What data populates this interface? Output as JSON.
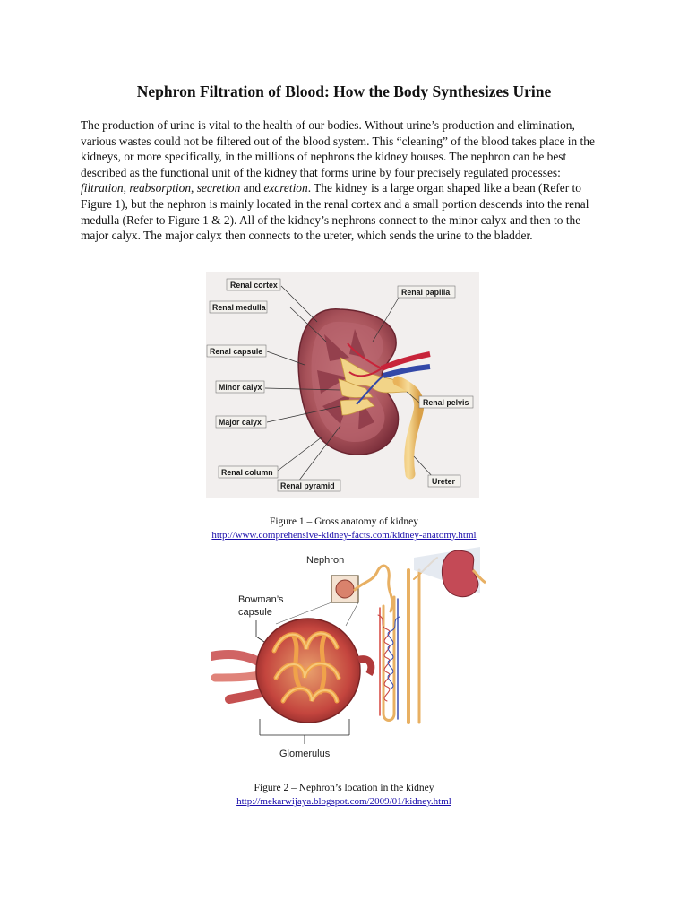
{
  "title": "Nephron Filtration of Blood: How the Body Synthesizes Urine",
  "paragraph": {
    "part1": "The production of urine is vital to the health of our bodies. Without urine’s production and elimination, various wastes could not be filtered out of the blood system. This “cleaning” of the blood takes place in the kidneys, or more specifically, in the millions of nephrons the kidney houses. The nephron can be best described as the functional unit of the kidney that forms urine by four precisely regulated processes: ",
    "term1": "filtration",
    "sep1": ", ",
    "term2": "reabsorption",
    "sep2": ", ",
    "term3": "secretion",
    "and": " and ",
    "term4": "excretion",
    "part2": ".  The kidney is a large organ shaped like a bean (Refer to Figure 1), but the nephron is mainly located in the renal cortex and a small portion descends into the renal medulla (Refer to Figure 1 & 2). All of the kidney’s nephrons connect to the minor calyx and then to the major calyx.  The major calyx then connects to the ureter, which sends the urine to the bladder."
  },
  "figure1": {
    "labels": {
      "renal_cortex": "Renal cortex",
      "renal_medulla": "Renal medulla",
      "renal_capsule": "Renal capsule",
      "minor_calyx": "Minor calyx",
      "major_calyx": "Major calyx",
      "renal_column": "Renal column",
      "renal_pyramid": "Renal pyramid",
      "renal_papilla": "Renal papilla",
      "renal_pelvis": "Renal pelvis",
      "ureter": "Ureter"
    },
    "caption": "Figure 1 – Gross anatomy of kidney",
    "link": "http://www.comprehensive-kidney-facts.com/kidney-anatomy.html"
  },
  "figure2": {
    "labels": {
      "nephron": "Nephron",
      "bowmans_capsule_line1": "Bowman’s",
      "bowmans_capsule_line2": "capsule",
      "glomerulus": "Glomerulus"
    },
    "caption": "Figure 2 – Nephron’s location in the kidney",
    "link": "http://mekarwijaya.blogspot.com/2009/01/kidney.html"
  }
}
